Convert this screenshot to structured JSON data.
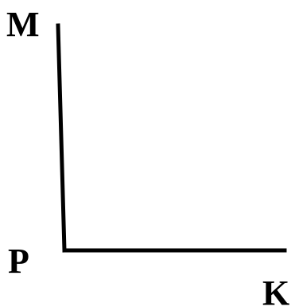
{
  "diagram": {
    "labels": {
      "top": "M",
      "corner": "P",
      "end": "K"
    },
    "line_color": "#000000",
    "background": "#ffffff"
  }
}
